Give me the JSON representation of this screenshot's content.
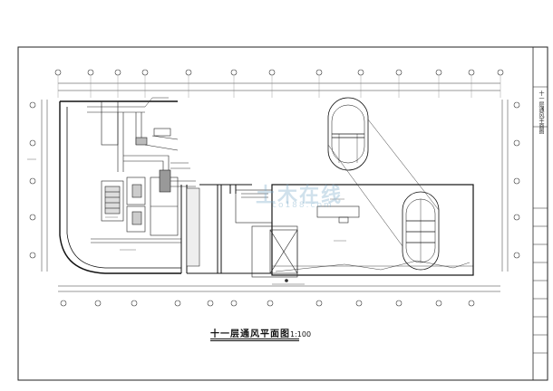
{
  "drawing": {
    "title": "十一层通风平面图",
    "scale": "1:100"
  },
  "title_block": {
    "project_label": "十一层通风平面图"
  },
  "watermark": {
    "brand": "土木在线",
    "site": "co188.com"
  },
  "colors": {
    "line": "#222222",
    "light_line": "#555555",
    "background": "#ffffff"
  }
}
